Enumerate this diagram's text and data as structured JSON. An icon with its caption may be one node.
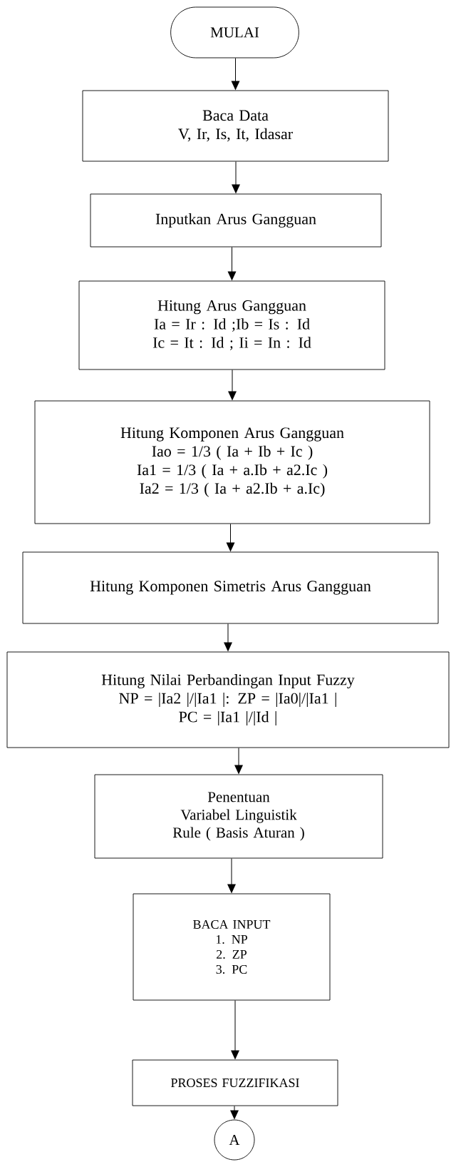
{
  "diagram": {
    "nodes": [
      {
        "text": [
          "MULAI"
        ]
      },
      {
        "text": [
          "Baca Data",
          "V, Ir, Is, It, Idasar"
        ]
      },
      {
        "text": [
          "Inputkan Arus Gangguan"
        ]
      },
      {
        "text": [
          "Hitung Arus Gangguan",
          "Ia = Ir : Id ;Ib = Is : Id",
          "Ic = It : Id ; Ii = In : Id"
        ]
      },
      {
        "text": [
          "Hitung Komponen Arus Gangguan",
          "Iao = 1/3 ( Ia + Ib + Ic )",
          "Ia1 = 1/3 ( Ia + a.Ib + a2.Ic )",
          "Ia2 = 1/3 ( Ia + a2.Ib + a.Ic)"
        ]
      },
      {
        "text": [
          "Hitung Komponen Simetris Arus Gangguan"
        ]
      },
      {
        "text": [
          "Hitung Nilai Perbandingan Input Fuzzy",
          "NP = |Ia2 |/|Ia1 |: ZP = |Ia0|/|Ia1 |",
          "PC = |Ia1 |/|Id |"
        ]
      },
      {
        "text": [
          "Penentuan",
          "Variabel Linguistik",
          "Rule ( Basis Aturan )"
        ]
      },
      {
        "text": [
          "BACA INPUT",
          "1. NP",
          "2. ZP",
          "3. PC"
        ]
      },
      {
        "text": [
          "PROSES FUZZIFIKASI"
        ]
      },
      {
        "text": [
          "A"
        ]
      }
    ],
    "edges": [
      {
        "from": 0,
        "to": 1,
        "arrow": "to"
      },
      {
        "from": 1,
        "to": 2,
        "arrow": "to"
      },
      {
        "from": 2,
        "to": 3,
        "arrow": "to"
      },
      {
        "from": 3,
        "to": 4,
        "arrow": "to"
      },
      {
        "from": 4,
        "to": 5,
        "arrow": "to"
      },
      {
        "from": 5,
        "to": 6,
        "arrow": "to"
      },
      {
        "from": 6,
        "to": 7,
        "arrow": "to"
      },
      {
        "from": 7,
        "to": 8,
        "arrow": "to"
      },
      {
        "from": 8,
        "to": 9,
        "arrow": "to"
      },
      {
        "from": 9,
        "to": 10,
        "arrow": "to"
      }
    ]
  }
}
